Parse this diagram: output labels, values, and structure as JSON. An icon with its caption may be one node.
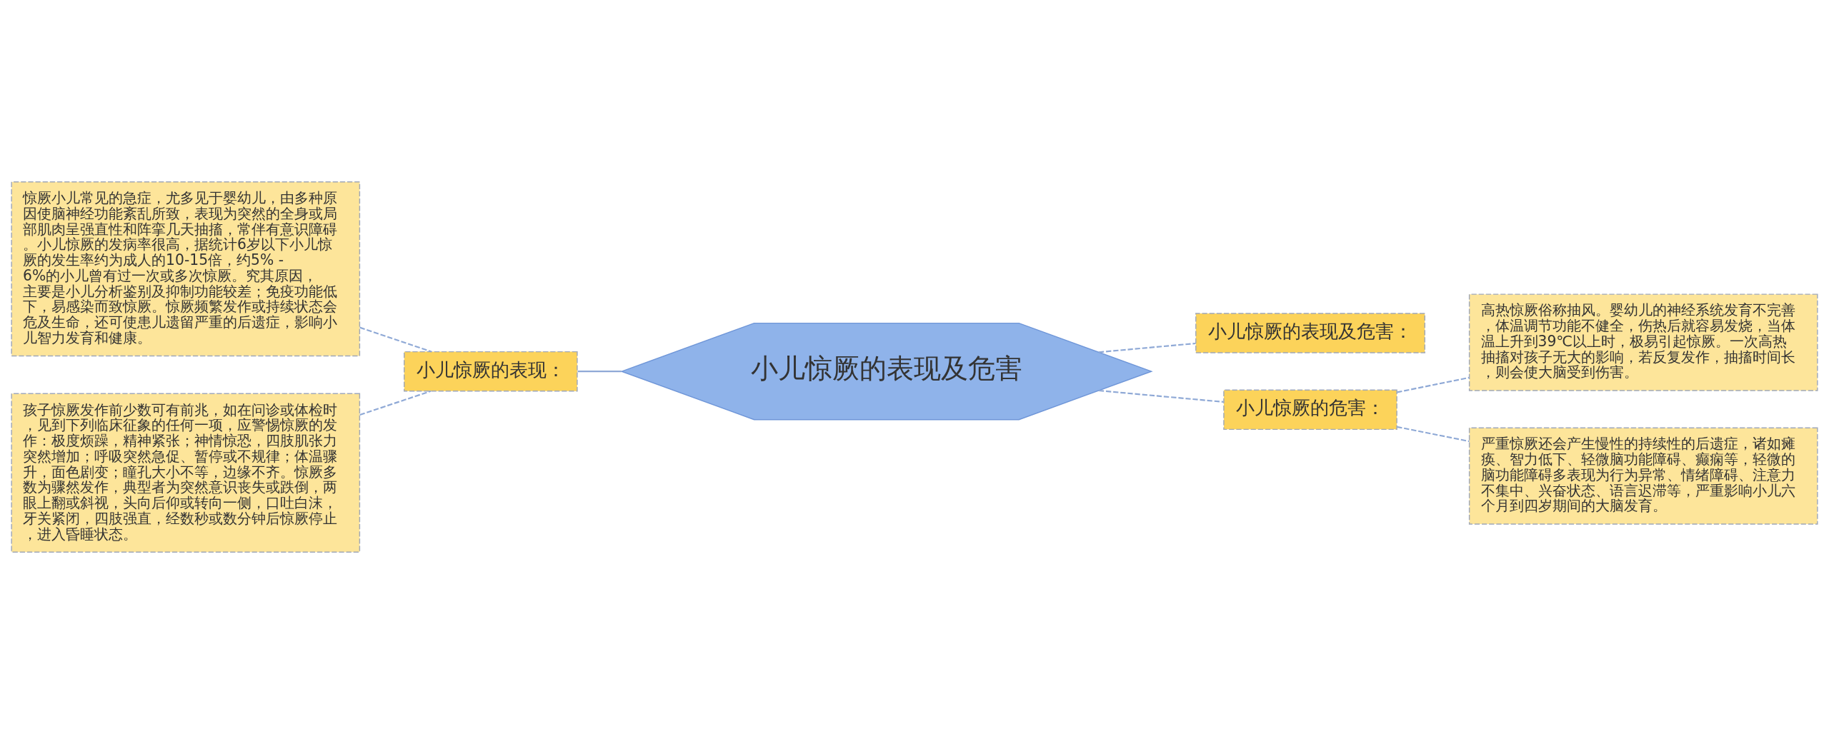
{
  "diagram": {
    "nodes": [
      {
        "text": [
          "小儿惊厥的表现及危害"
        ]
      },
      {
        "text": [
          "小儿惊厥的表现："
        ]
      },
      {
        "text": [
          "惊厥小儿常见的急症，尤多见于婴幼儿，由多种原因使脑神经功能紊乱所致，表现为突然的全身或局部肌肉呈强直性和阵挛几天抽搐，常伴有意识障碍。小儿惊厥的发病率很高，据统计6岁以下小儿惊厥的发生率约为成人的10-15倍，约5% - 6%的小儿曾有过一次或多次惊厥。究其原因，主要是小儿分析鉴别及抑制功能较差；免疫功能低下，易感染而致惊厥。惊厥频繁发作或持续状态会危及生命，还可使患儿遗留严重的后遗症，影响小儿智力发育和健康。"
        ]
      },
      {
        "text": [
          "孩子惊厥发作前少数可有前兆，如在问诊或体检时，见到下列临床征象的任何一项，应警惕惊厥的发作：极度烦躁，精神紧张；神情惊恐，四肢肌张力突然增加；呼吸突然急促、暂停或不规律；体温骤升，面色剧变；瞳孔大小不等，边缘不齐。惊厥多数为骤然发作，典型者为突然意识丧失或跌倒，两眼上翻或斜视，头向后仰或转向一侧，口吐白沫，牙关紧闭，四肢强直，经数秒或数分钟后惊厥停止，进入昏睡状态。"
        ]
      },
      {
        "text": [
          "小儿惊厥的表现及危害："
        ]
      },
      {
        "text": [
          "小儿惊厥的危害："
        ]
      },
      {
        "text": [
          "高热惊厥俗称抽风。婴幼儿的神经系统发育不完善，体温调节功能不健全，伤热后就容易发烧，当体温上升到39℃以上时，极易引起惊厥。一次高热抽搐对孩子无大的影响，若反复发作，抽搐时间长，则会使大脑受到伤害。"
        ]
      },
      {
        "text": [
          "严重惊厥还会产生慢性的持续性的后遗症，诸如瘫痪、智力低下、轻微脑功能障碍、癫痫等，轻微的脑功能障碍多表现为行为异常、情绪障碍、注意力不集中、兴奋状态、语言迟滞等，严重影响小儿六个月到四岁期间的大脑发育。"
        ]
      }
    ],
    "edges": [
      {
        "from": 0,
        "to": 1,
        "arrow": "none"
      },
      {
        "from": 1,
        "to": 2,
        "arrow": "none",
        "style": "dashed"
      },
      {
        "from": 1,
        "to": 3,
        "arrow": "none",
        "style": "dashed"
      },
      {
        "from": 0,
        "to": 4,
        "arrow": "none",
        "style": "dashed"
      },
      {
        "from": 0,
        "to": 5,
        "arrow": "none",
        "style": "dashed"
      },
      {
        "from": 5,
        "to": 6,
        "arrow": "none",
        "style": "dashed"
      },
      {
        "from": 5,
        "to": 7,
        "arrow": "none",
        "style": "dashed"
      }
    ]
  }
}
